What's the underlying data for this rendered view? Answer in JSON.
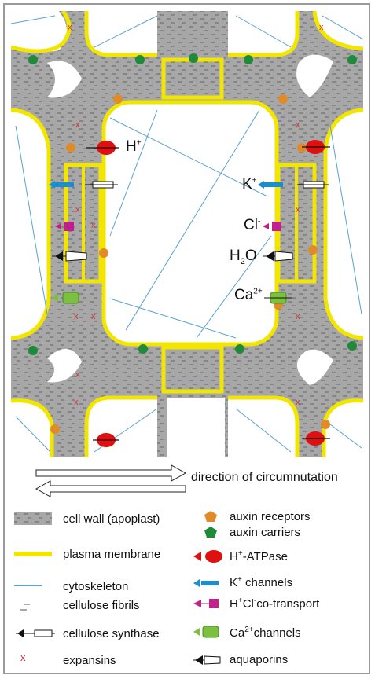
{
  "diagram": {
    "ions": {
      "h_plus_main": "H",
      "h_plus_sup": "+",
      "k_plus": "K",
      "k_plus_sup": "+",
      "cl_minus": "Cl",
      "cl_minus_sup": "-",
      "h2o": "H",
      "h2o_sub": "2",
      "h2o_rest": "O",
      "ca": "Ca",
      "ca_sup": "2+"
    },
    "direction_label": "direction of circumnutation"
  },
  "legend": {
    "cell_wall": "cell wall (apoplast)",
    "plasma_membrane": "plasma membrane",
    "cytoskeleton": "cytoskeleton",
    "cellulose_fibrils": "cellulose fibrils",
    "cellulose_synthase": "cellulose synthase",
    "expansins": "expansins",
    "auxin_receptors": "auxin receptors",
    "auxin_carriers": "auxin carriers",
    "h_atpase": "H",
    "h_atpase_sup": "+",
    "h_atpase_rest": "-ATPase",
    "k_channels_sup": "+",
    "k_channels_pre": "K",
    "k_channels_rest": " channels",
    "hcl_pre": "H",
    "hcl_sup1": "+",
    "hcl_mid": "Cl",
    "hcl_sup2": "-",
    "hcl_rest": "co-transport",
    "ca_pre": "Ca",
    "ca_sup": "2+",
    "ca_rest": "channels",
    "aquaporins": "aquaporins"
  },
  "colors": {
    "cell_wall": "#a8a8a8",
    "membrane": "#f2e600",
    "cytoskeleton": "#5aa0d0",
    "auxin_receptor": "#e08a2a",
    "auxin_carrier": "#1e8a3a",
    "h_atpase": "#e01010",
    "k_channel": "#1a8fd0",
    "hcl": "#c0208a",
    "ca_channel": "#7cc040",
    "expansin": "#d0303a"
  }
}
